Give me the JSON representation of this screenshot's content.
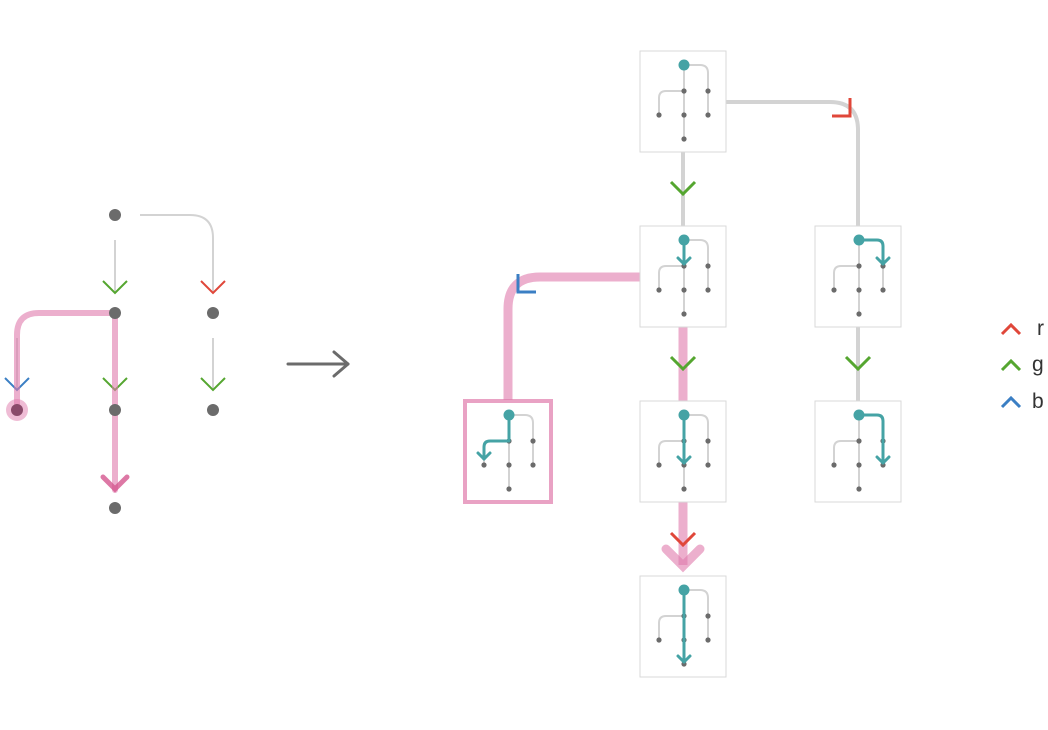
{
  "legend": [
    {
      "label": "r",
      "color": "#e0473a"
    },
    {
      "label": "g",
      "color": "#55a630"
    },
    {
      "label": "b",
      "color": "#3b7fc4"
    }
  ],
  "colors": {
    "node": "#6b6b6b",
    "edge": "#d3d3d3",
    "highlight": "#e07aab",
    "teal": "#45a3a5",
    "box_border": "#d9d9d9",
    "arrow": "#6b6b6b"
  }
}
